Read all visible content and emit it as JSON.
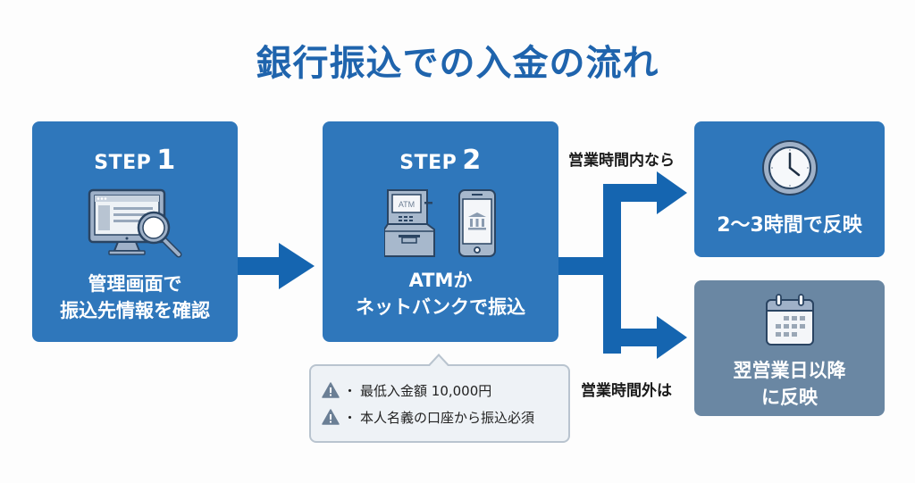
{
  "title": "銀行振込での入金の流れ",
  "steps": [
    {
      "step_word": "STEP",
      "step_number": "1",
      "icon": "monitor-search-icon",
      "text_line1": "管理画面で",
      "text_line2": "振込先情報を確認"
    },
    {
      "step_word": "STEP",
      "step_number": "2",
      "icon": "atm-and-smartphone-bank-icon",
      "atm_screen_label": "ATM",
      "text_line1": "ATMか",
      "text_line2": "ネットバンクで振込"
    }
  ],
  "notes": [
    {
      "icon": "warning-icon",
      "bullet": "・",
      "text": "最低入金額 10,000円"
    },
    {
      "icon": "warning-icon",
      "bullet": "・",
      "text": "本人名義の口座から振込必須"
    }
  ],
  "branches": {
    "inside_hours": {
      "label": "営業時間内なら",
      "icon": "clock-icon",
      "result": "2〜3時間で反映"
    },
    "outside_hours": {
      "label": "営業時間外は",
      "icon": "calendar-icon",
      "result_line1": "翌営業日以降",
      "result_line2": "に反映"
    }
  },
  "colors": {
    "title": "#1f64ad",
    "card_blue": "#2f77bb",
    "card_gray": "#6a87a3",
    "arrow": "#1565b0",
    "note_bg": "#eef2f6",
    "note_border": "#b9c4cf"
  }
}
